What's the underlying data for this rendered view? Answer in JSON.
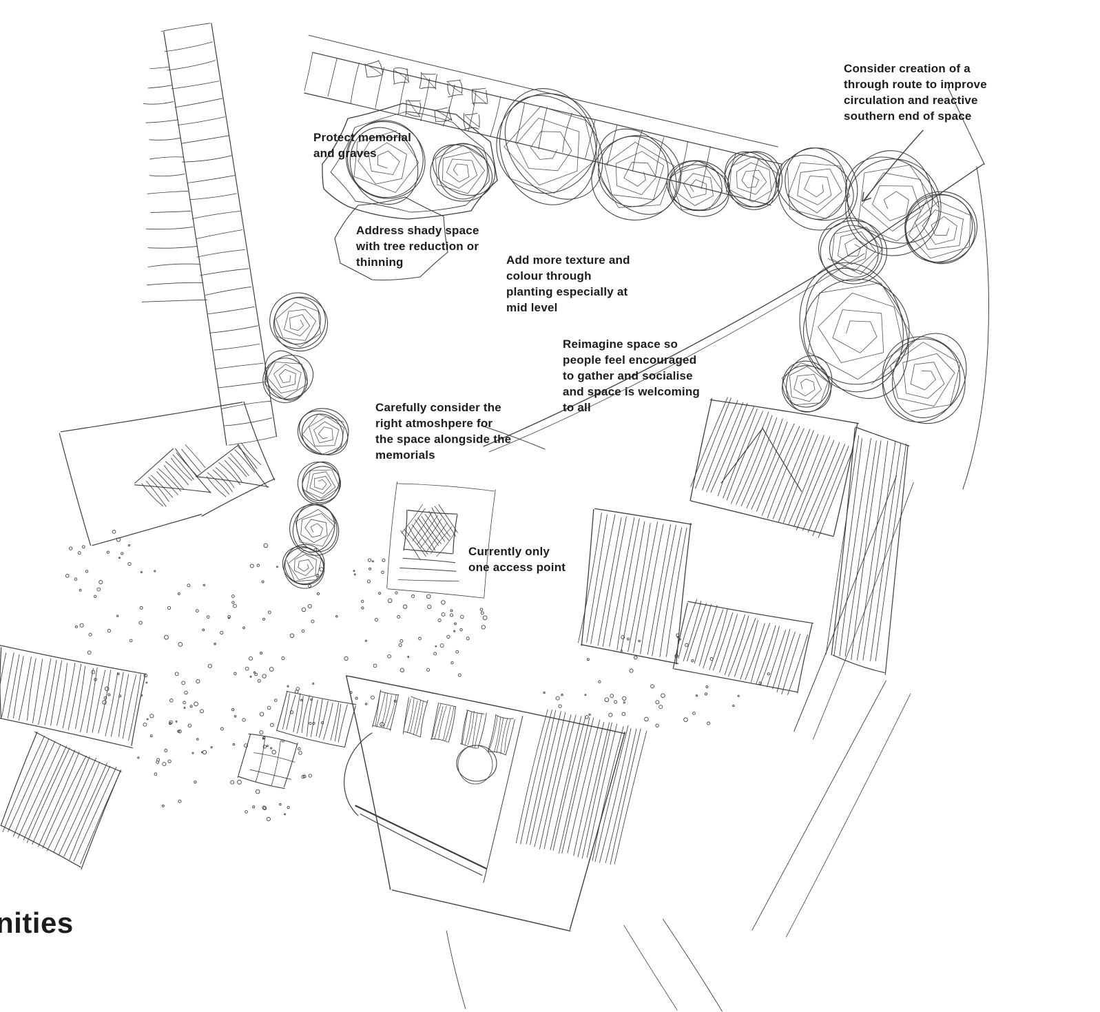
{
  "colors": {
    "ink": "#3d3d40",
    "background": "#ffffff",
    "text": "#1c1c1e"
  },
  "notes": {
    "through_route": [
      "Consider creation of a",
      "through route to improve",
      "circulation and reactive",
      "southern end of space"
    ],
    "protect_memorial": [
      "Protect memorial",
      "and graves"
    ],
    "shady_space": [
      "Address shady space",
      "with tree reduction or",
      "thinning"
    ],
    "texture_colour": [
      "Add more texture and",
      "colour through",
      "planting especially at",
      "mid level"
    ],
    "reimagine_space": [
      "Reimagine space so",
      "people feel encouraged",
      "to gather and socialise",
      "and space is welcoming",
      "to all"
    ],
    "atmosphere": [
      "Carefully consider the",
      "right atmoshpere for",
      "the space alongside the",
      "memorials"
    ],
    "access_point": [
      "Currently only",
      "one access point"
    ]
  },
  "footer": {
    "partial_word": "nities"
  }
}
